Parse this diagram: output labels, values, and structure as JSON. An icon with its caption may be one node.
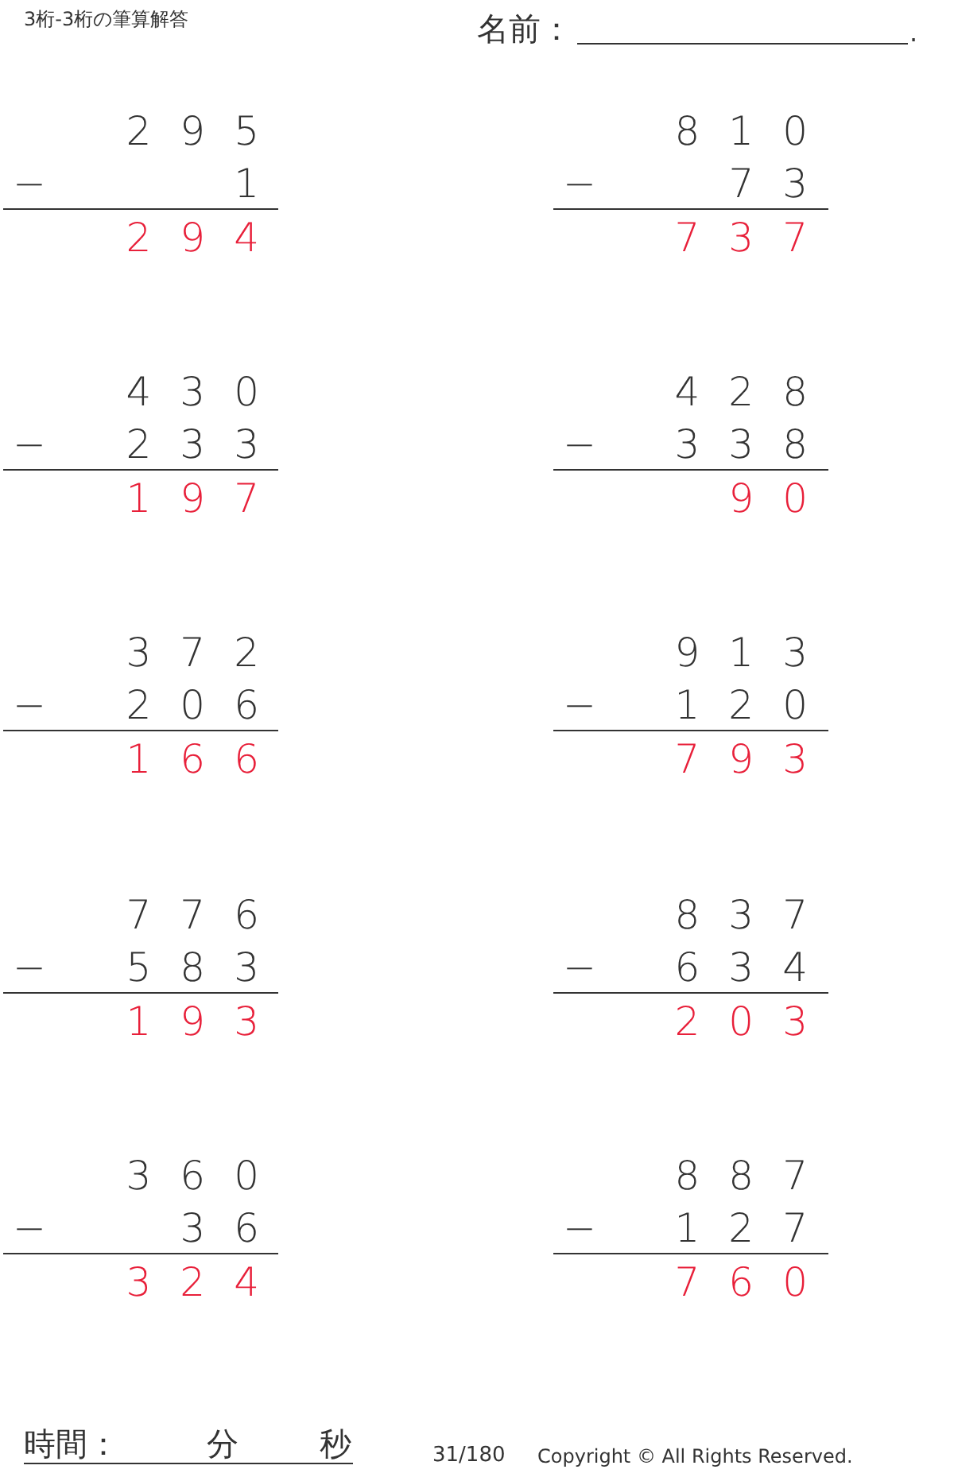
{
  "diagram": {
    "title": "3桁-3桁の筆算解答",
    "labels": [
      "名前：",
      ".",
      "295",
      "−",
      "1",
      "294",
      "810",
      "−",
      "73",
      "737",
      "430",
      "−",
      "233",
      "197",
      "428",
      "−",
      "338",
      "90",
      "372",
      "−",
      "206",
      "166",
      "913",
      "−",
      "120",
      "793",
      "776",
      "−",
      "583",
      "193",
      "837",
      "−",
      "634",
      "203",
      "360",
      "−",
      "36",
      "324",
      "887",
      "−",
      "127",
      "760",
      "時間：",
      "分",
      "秒",
      "31/180",
      "Copyright © All Rights Reserved."
    ]
  }
}
